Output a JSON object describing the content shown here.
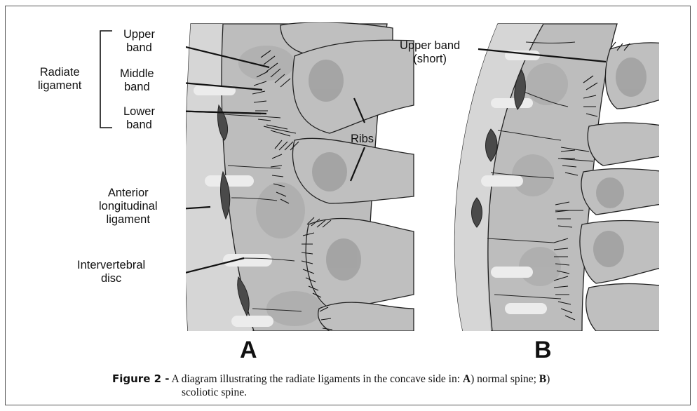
{
  "labels": {
    "radiate_ligament": "Radiate\nligament",
    "upper_band_a": "Upper\nband",
    "middle_band": "Middle\nband",
    "lower_band": "Lower\nband",
    "ribs": "Ribs",
    "anterior_longitudinal_ligament": "Anterior\nlongitudinal\nligament",
    "intervertebral_disc": "Intervertebral\ndisc",
    "upper_band_b": "Upper band\n(short)"
  },
  "panels": {
    "a": "A",
    "b": "B"
  },
  "caption": {
    "figure_label": "Figure 2 -",
    "text_1": " A diagram illustrating the radiate ligaments in the concave side in: ",
    "a": "A",
    "text_2": ") normal spine; ",
    "b": "B",
    "text_3": ")",
    "line_2": "scoliotic spine."
  },
  "colors": {
    "bone": "#b9b9b9",
    "bone_light": "#d8d8d8",
    "bone_dark": "#8f8f8f",
    "disc": "#e9e9e9",
    "dark_patch": "#4a4a4a",
    "outline": "#222222"
  }
}
